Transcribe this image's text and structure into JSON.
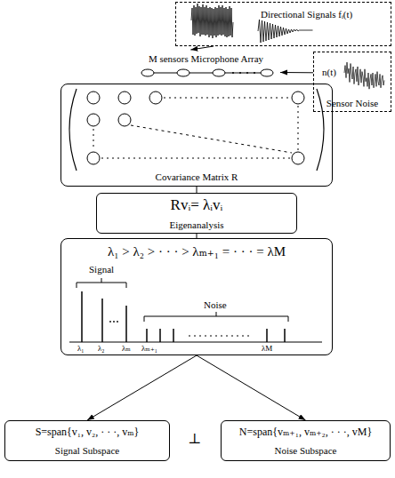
{
  "diagram": {
    "nodes": [
      {
        "text": [
          "Directional Signals fᵢ(t)"
        ]
      },
      {
        "text": [
          "M sensors Microphone Array"
        ]
      },
      {
        "text": [
          "n(t)",
          "Sensor Noise"
        ]
      },
      {
        "text": [
          "Covariance Matrix R"
        ]
      },
      {
        "text": [
          "Rvᵢ= λᵢvᵢ",
          "Eigenanalysis"
        ]
      },
      {
        "text": [
          "λ₁ > λ₂ > · · · > λₘ₊₁ = · · · = λM"
        ]
      },
      {
        "text": [
          "S=span{v₁, v₂, · · ·, vₘ}",
          "Signal Subspace"
        ]
      },
      {
        "text": [
          "N=span{vₘ₊₁, vₘ₊₂, · · ·, vM}",
          "Noise Subspace"
        ]
      }
    ],
    "edges": [
      {
        "from": 0,
        "to": 1,
        "arrow": "to"
      },
      {
        "from": 2,
        "to": 1,
        "arrow": "to"
      },
      {
        "from": 3,
        "to": 4,
        "arrow": "none"
      },
      {
        "from": 4,
        "to": 5,
        "arrow": "none"
      },
      {
        "from": 5,
        "to": 6,
        "arrow": "to"
      },
      {
        "from": 5,
        "to": 7,
        "arrow": "to"
      }
    ],
    "labels": [
      "Signal",
      "Noise",
      "λ₁",
      "λ₂",
      "λₘ",
      "λₘ₊₁",
      "λM",
      "⊥"
    ]
  }
}
